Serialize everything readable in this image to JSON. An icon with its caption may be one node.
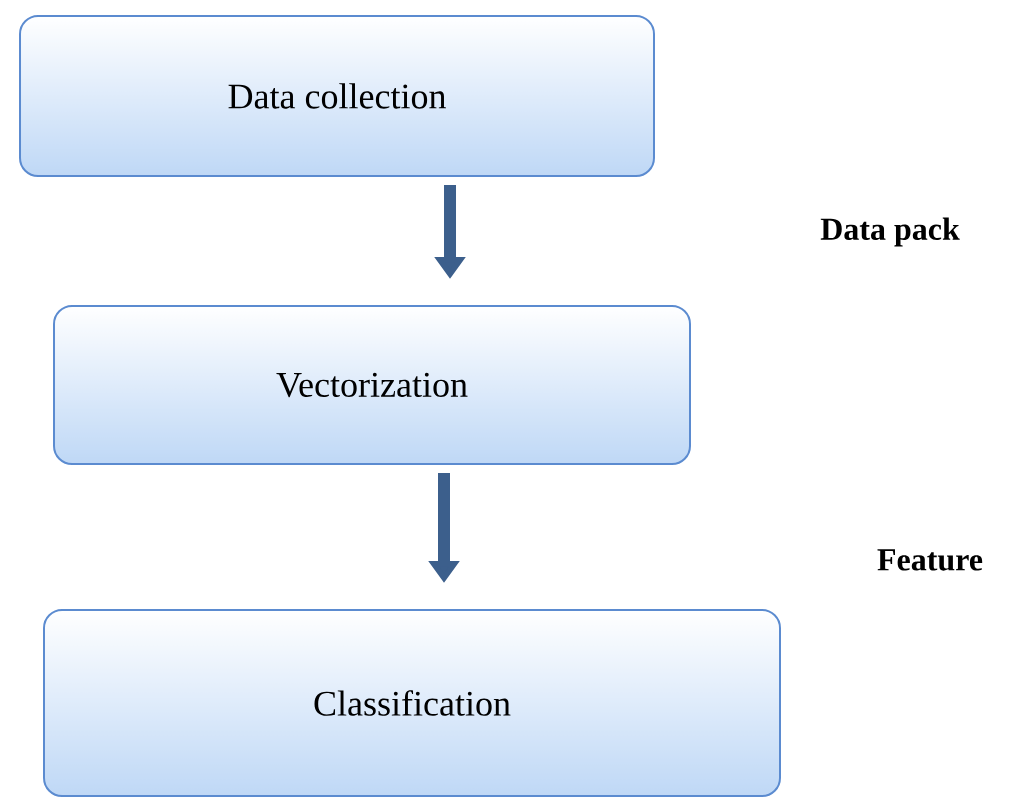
{
  "diagram": {
    "nodes": [
      {
        "text": [
          "Data collection"
        ]
      },
      {
        "text": [
          "Vectorization"
        ]
      },
      {
        "text": [
          "Classification"
        ]
      }
    ],
    "edges": [
      {
        "from": 0,
        "to": 1,
        "arrow": "to"
      },
      {
        "from": 1,
        "to": 2,
        "arrow": "to"
      }
    ],
    "labels": [
      "Data pack",
      "Feature"
    ]
  }
}
